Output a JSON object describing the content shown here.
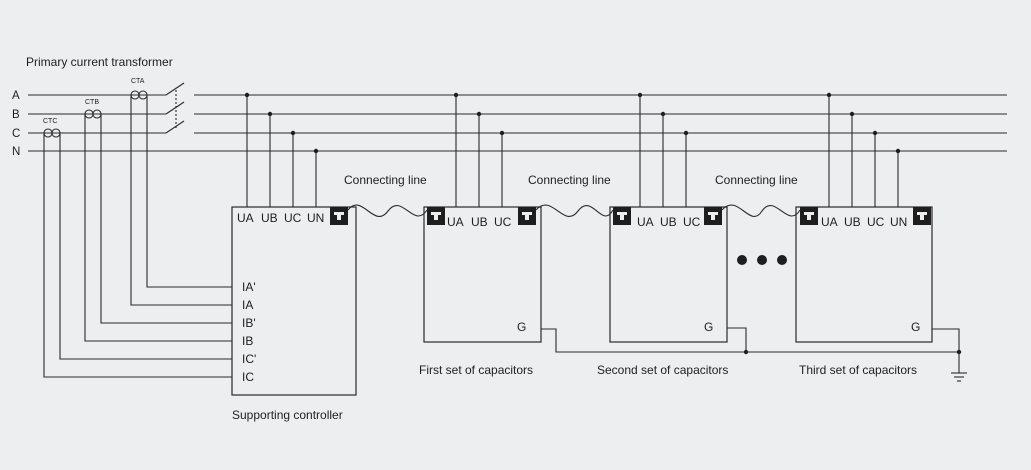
{
  "title": "Primary current transformer",
  "phases": [
    "A",
    "B",
    "C",
    "N"
  ],
  "transformers": [
    "CTA",
    "CTB",
    "CTC"
  ],
  "connecting_line_label": "Connecting line",
  "controller": {
    "name": "Supporting controller",
    "terminals": [
      "UA",
      "UB",
      "UC",
      "UN"
    ],
    "current_inputs": [
      "IA'",
      "IA",
      "IB'",
      "IB",
      "IC'",
      "IC"
    ]
  },
  "capacitor_groups": [
    {
      "name": "First set of capacitors",
      "terminals": [
        "UA",
        "UB",
        "UC"
      ],
      "ground": "G"
    },
    {
      "name": "Second set of capacitors",
      "terminals": [
        "UA",
        "UB",
        "UC"
      ],
      "ground": "G"
    },
    {
      "name": "Third set of capacitors",
      "terminals": [
        "UA",
        "UB",
        "UC",
        "UN"
      ],
      "ground": "G"
    }
  ]
}
